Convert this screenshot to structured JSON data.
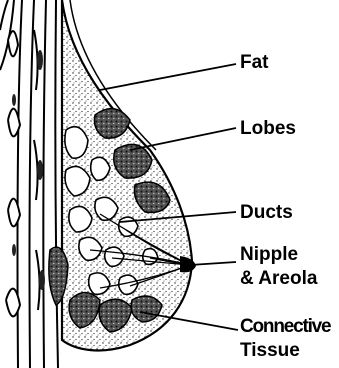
{
  "labels": {
    "fat": "Fat",
    "lobes": "Lobes",
    "ducts": "Ducts",
    "nipple_line1": "Nipple",
    "nipple_line2": "& Areola",
    "connective_line1": "Connective",
    "connective_line2": "Tissue"
  }
}
